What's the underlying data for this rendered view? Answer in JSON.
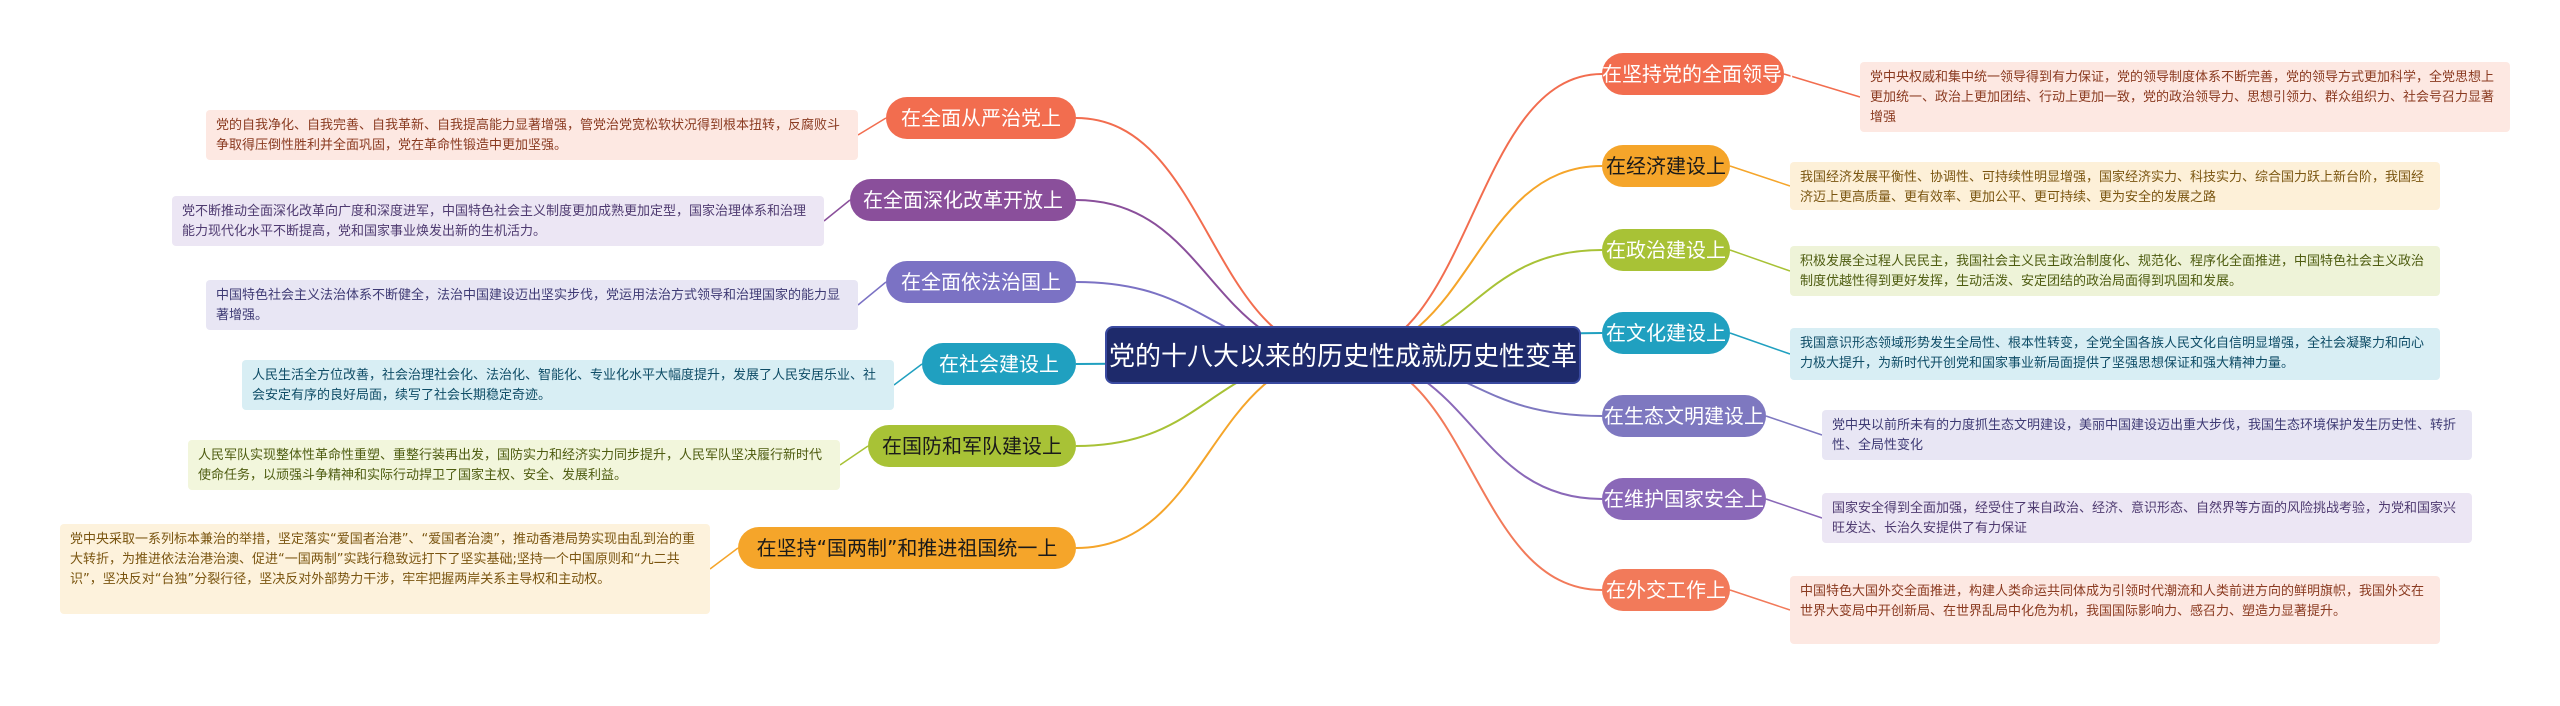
{
  "center": {
    "title": "党的十八大以来的历史性成就历史性变革"
  },
  "colors": {
    "red": "#f26d4f",
    "purple": "#8a4f9b",
    "indigo": "#7b72c4",
    "teal": "#20a0c0",
    "olive": "#a8c236",
    "orange": "#f5a52a",
    "slate": "#7e78c0",
    "violet": "#8a68b8",
    "coral": "#f27a5a"
  },
  "right": [
    {
      "label": "在坚持党的全面领导上",
      "note": "党中央权威和集中统一领导得到有力保证，党的领导制度体系不断完善，党的领导方式更加科学，全党思想上更加统一、政治上更加团结、行动上更加一致，党的政治领导力、思想引领力、群众组织力、社会号召力显著增强"
    },
    {
      "label": "在经济建设上",
      "note": "我国经济发展平衡性、协调性、可持续性明显增强，国家经济实力、科技实力、综合国力跃上新台阶，我国经济迈上更高质量、更有效率、更加公平、更可持续、更为安全的发展之路"
    },
    {
      "label": "在政治建设上",
      "note": "积极发展全过程人民民主，我国社会主义民主政治制度化、规范化、程序化全面推进，中国特色社会主义政治制度优越性得到更好发挥，生动活泼、安定团结的政治局面得到巩固和发展。"
    },
    {
      "label": "在文化建设上",
      "note": "我国意识形态领域形势发生全局性、根本性转变，全党全国各族人民文化自信明显增强，全社会凝聚力和向心力极大提升，为新时代开创党和国家事业新局面提供了坚强思想保证和强大精神力量。"
    },
    {
      "label": "在生态文明建设上",
      "note": "党中央以前所未有的力度抓生态文明建设，美丽中国建设迈出重大步伐，我国生态环境保护发生历史性、转折性、全局性变化"
    },
    {
      "label": "在维护国家安全上",
      "note": "国家安全得到全面加强，经受住了来自政治、经济、意识形态、自然界等方面的风险挑战考验，为党和国家兴旺发达、长治久安提供了有力保证"
    },
    {
      "label": "在外交工作上",
      "note": "中国特色大国外交全面推进，构建人类命运共同体成为引领时代潮流和人类前进方向的鲜明旗帜，我国外交在世界大变局中开创新局、在世界乱局中化危为机，我国国际影响力、感召力、塑造力显著提升。"
    }
  ],
  "left": [
    {
      "label": "在全面从严治党上",
      "note": "党的自我净化、自我完善、自我革新、自我提高能力显著增强，管党治党宽松软状况得到根本扭转，反腐败斗争取得压倒性胜利并全面巩固，党在革命性锻造中更加坚强。"
    },
    {
      "label": "在全面深化改革开放上",
      "note": "党不断推动全面深化改革向广度和深度进军，中国特色社会主义制度更加成熟更加定型，国家治理体系和治理能力现代化水平不断提高，党和国家事业焕发出新的生机活力。"
    },
    {
      "label": "在全面依法治国上",
      "note": "中国特色社会主义法治体系不断健全，法治中国建设迈出坚实步伐，党运用法治方式领导和治理国家的能力显著增强。"
    },
    {
      "label": "在社会建设上",
      "note": "人民生活全方位改善，社会治理社会化、法治化、智能化、专业化水平大幅度提升，发展了人民安居乐业、社会安定有序的良好局面，续写了社会长期稳定奇迹。"
    },
    {
      "label": "在国防和军队建设上",
      "note": "人民军队实现整体性革命性重塑、重整行装再出发，国防实力和经济实力同步提升，人民军队坚决履行新时代使命任务，以顽强斗争精神和实际行动捍卫了国家主权、安全、发展利益。"
    },
    {
      "label": "在坚持“国两制”和推进祖国统一上",
      "note": "党中央采取一系列标本兼治的举措，坚定落实“爱国者治港”、“爱国者治澳”，推动香港局势实现由乱到治的重大转折，为推进依法治港治澳、促进“一国两制”实践行稳致远打下了坚实基础;坚持一个中国原则和“九二共识”，坚决反对“台独”分裂行径，坚决反对外部势力干涉，牢牢把握两岸关系主导权和主动权。"
    }
  ]
}
